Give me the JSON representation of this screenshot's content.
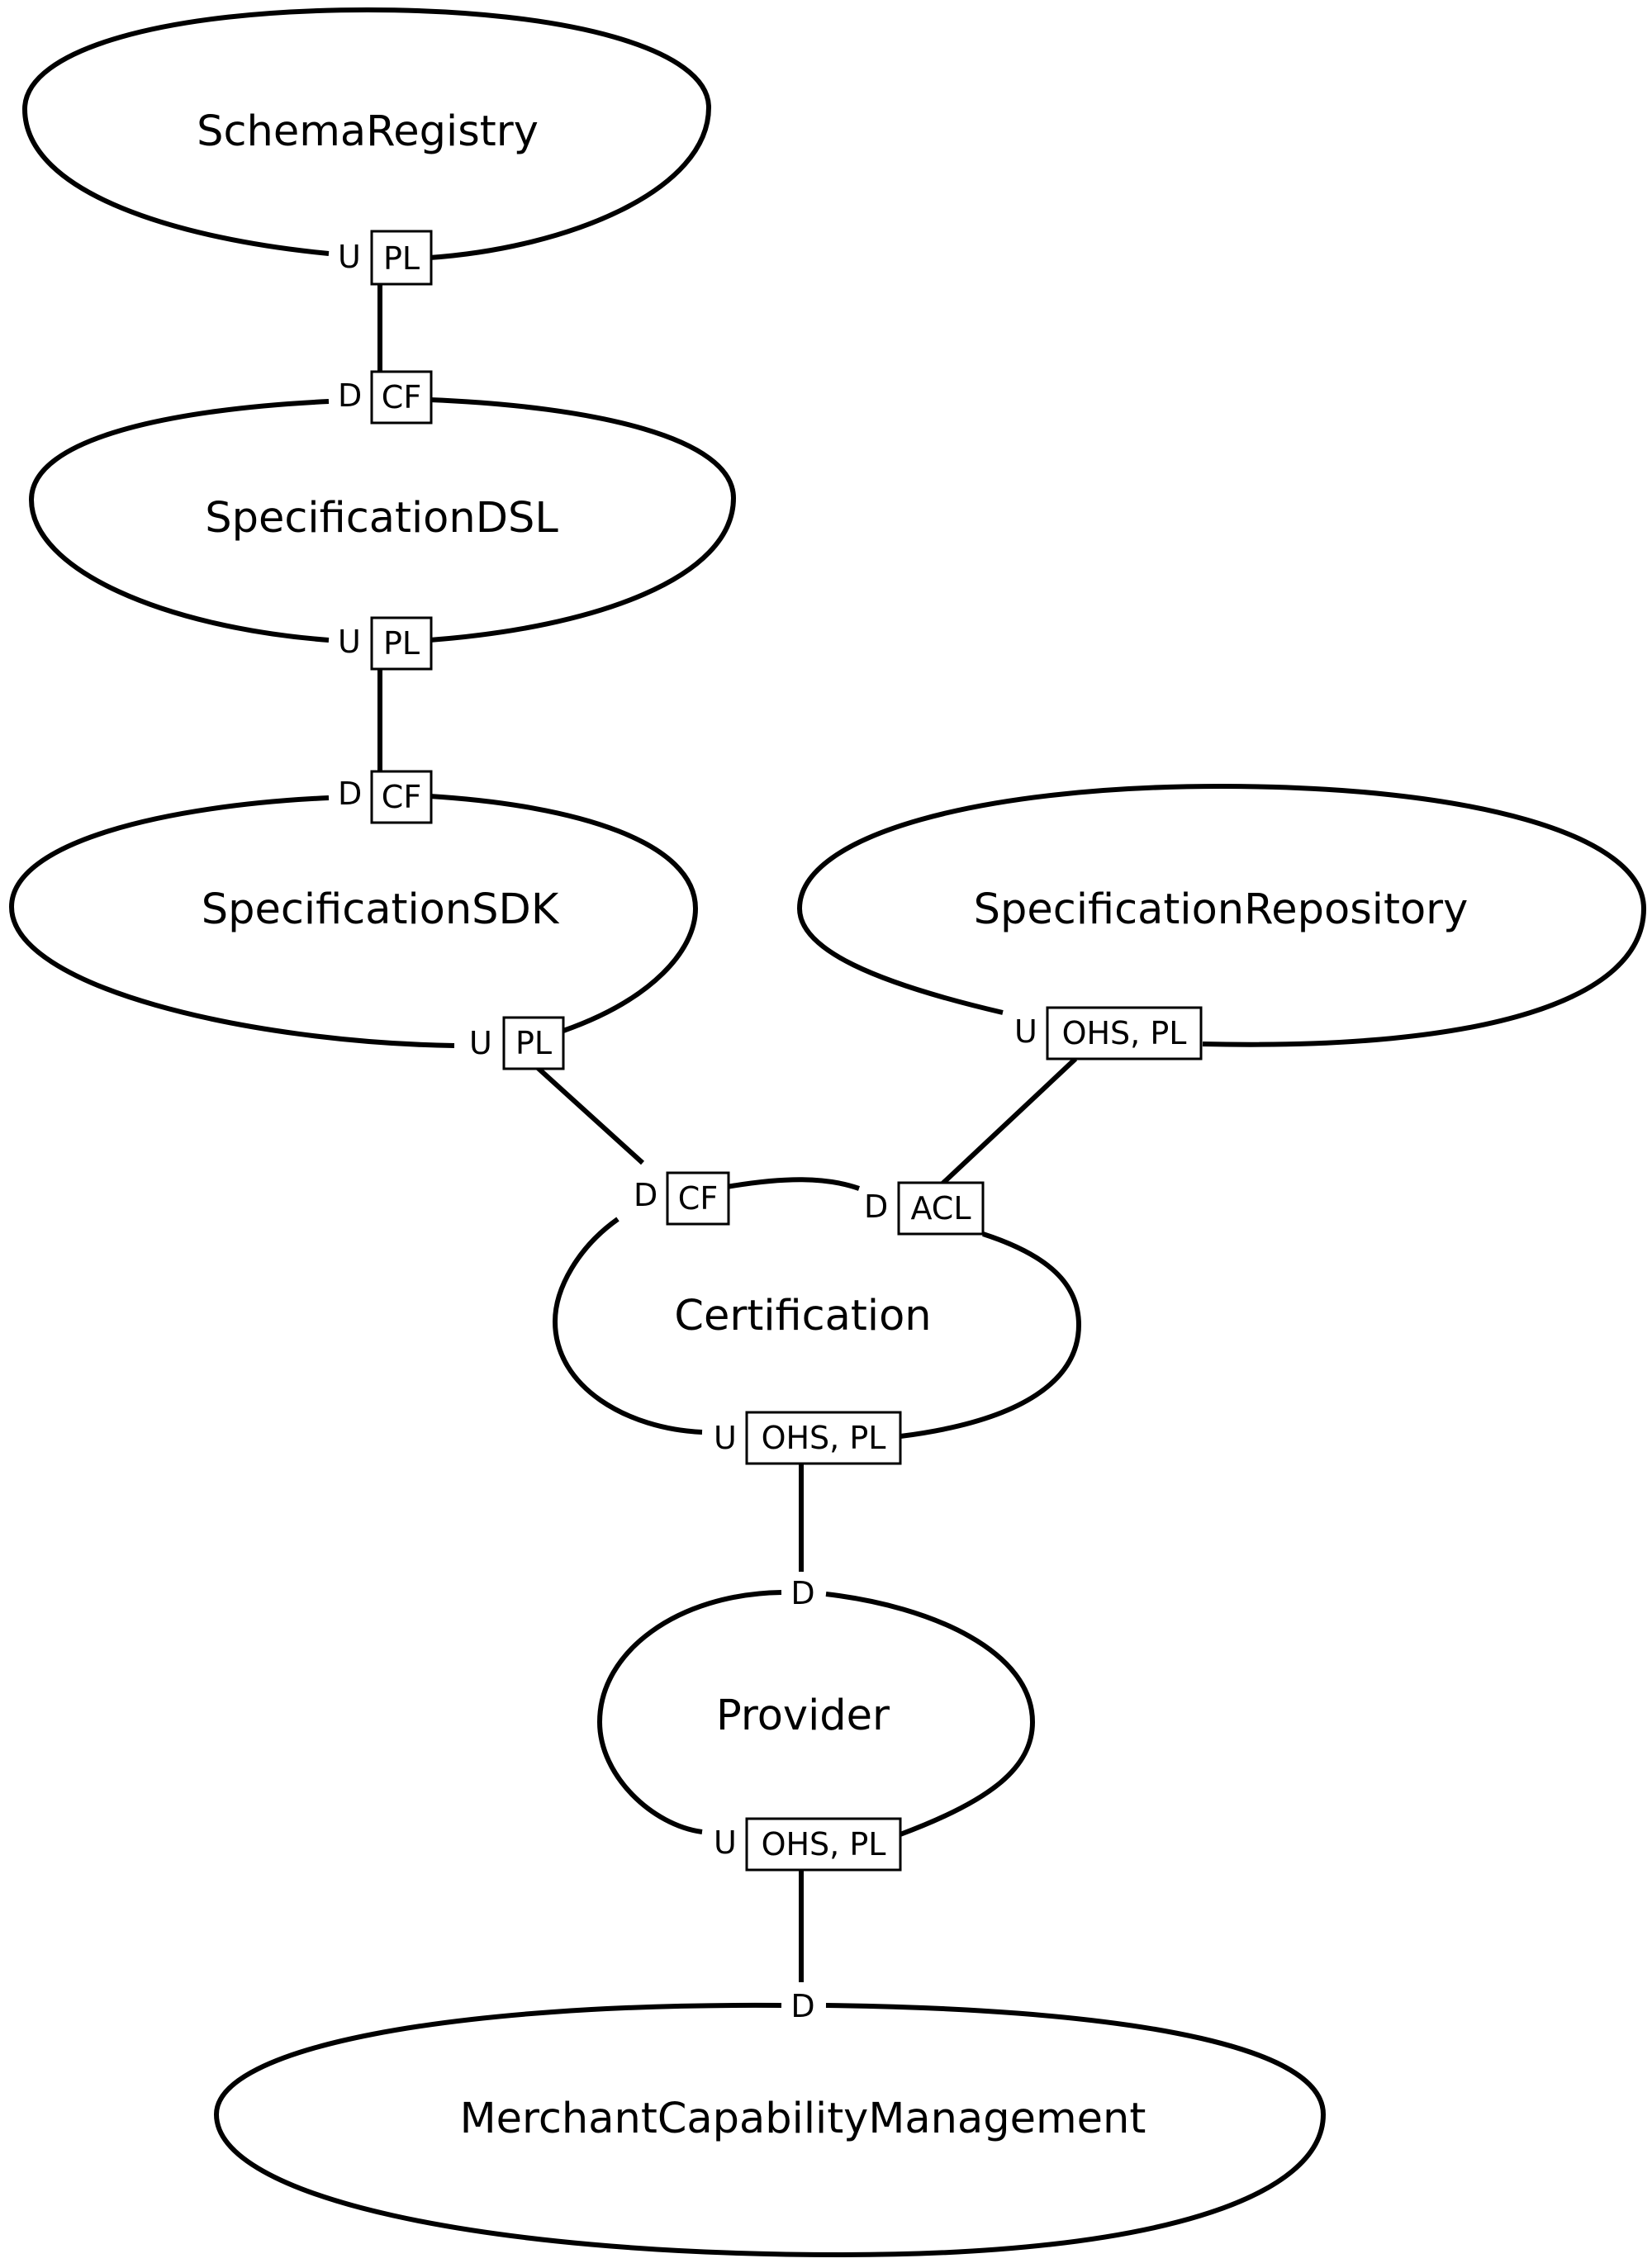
{
  "contexts": {
    "schema_registry": "SchemaRegistry",
    "specification_dsl": "SpecificationDSL",
    "specification_sdk": "SpecificationSDK",
    "specification_repository": "SpecificationRepository",
    "certification": "Certification",
    "provider": "Provider",
    "merchant_capability_management": "MerchantCapabilityManagement"
  },
  "relations": [
    {
      "upstream": "SchemaRegistry",
      "upstream_role": "U",
      "upstream_patterns": "PL",
      "downstream": "SpecificationDSL",
      "downstream_role": "D",
      "downstream_patterns": "CF"
    },
    {
      "upstream": "SpecificationDSL",
      "upstream_role": "U",
      "upstream_patterns": "PL",
      "downstream": "SpecificationSDK",
      "downstream_role": "D",
      "downstream_patterns": "CF"
    },
    {
      "upstream": "SpecificationSDK",
      "upstream_role": "U",
      "upstream_patterns": "PL",
      "downstream": "Certification",
      "downstream_role": "D",
      "downstream_patterns": "CF"
    },
    {
      "upstream": "SpecificationRepository",
      "upstream_role": "U",
      "upstream_patterns": "OHS, PL",
      "downstream": "Certification",
      "downstream_role": "D",
      "downstream_patterns": "ACL"
    },
    {
      "upstream": "Certification",
      "upstream_role": "U",
      "upstream_patterns": "OHS, PL",
      "downstream": "Provider",
      "downstream_role": "D",
      "downstream_patterns": ""
    },
    {
      "upstream": "Provider",
      "upstream_role": "U",
      "upstream_patterns": "OHS, PL",
      "downstream": "MerchantCapabilityManagement",
      "downstream_role": "D",
      "downstream_patterns": ""
    }
  ]
}
